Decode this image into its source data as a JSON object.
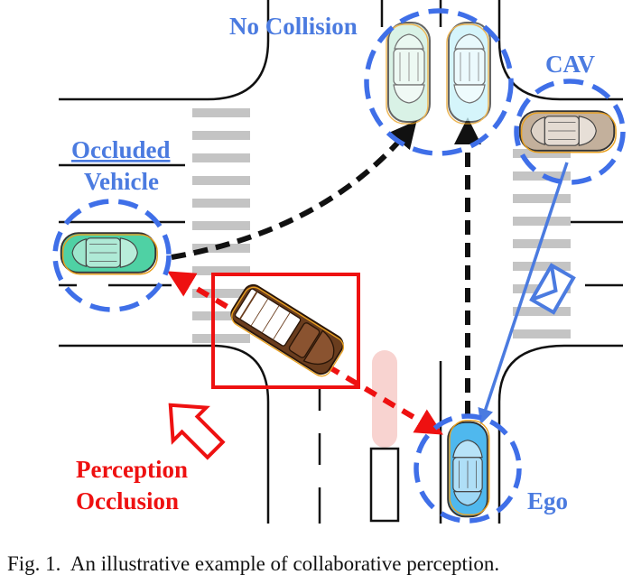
{
  "labels": {
    "no_collision": "No Collision",
    "cav": "CAV",
    "occluded_line1": "Occluded",
    "occluded_line2": "Vehicle",
    "perception_line1": "Perception",
    "perception_line2": "Occlusion",
    "ego": "Ego"
  },
  "caption": {
    "prefix": "Fig. 1.",
    "text": "An illustrative example of collaborative perception."
  },
  "colors": {
    "label_blue": "#4b7be0",
    "label_red": "#ee1111",
    "dashed_circle": "#3f6fe8",
    "crosswalk": "#c4c4c4"
  },
  "icons": [
    "car-icon",
    "truck-icon",
    "envelope-icon",
    "arrow-icon"
  ]
}
